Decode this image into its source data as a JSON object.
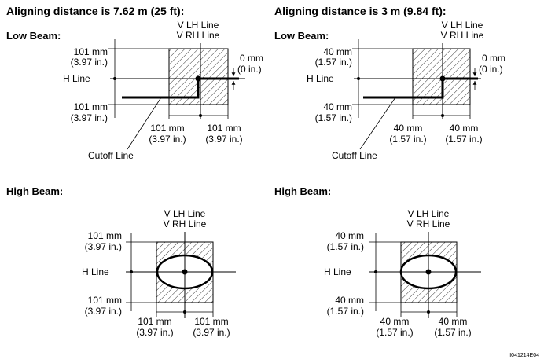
{
  "headers": {
    "left": "Aligning distance is 7.62 m (25 ft):",
    "right": "Aligning distance is 3 m (9.84 ft):"
  },
  "labels": {
    "low_beam": "Low Beam:",
    "high_beam": "High Beam:",
    "v_lh": "V LH Line",
    "v_rh": "V RH Line",
    "h_line": "H Line",
    "cutoff": "Cutoff Line",
    "zero_mm": "0 mm",
    "zero_in": "(0 in.)"
  },
  "low_left": {
    "top_mm": "101 mm",
    "top_in": "(3.97 in.)",
    "bot_mm": "101 mm",
    "bot_in": "(3.97 in.)",
    "bl_mm": "101 mm",
    "bl_in": "(3.97 in.)",
    "br_mm": "101 mm",
    "br_in": "(3.97 in.)"
  },
  "low_right": {
    "top_mm": "40 mm",
    "top_in": "(1.57 in.)",
    "bot_mm": "40 mm",
    "bot_in": "(1.57 in.)",
    "bl_mm": "40 mm",
    "bl_in": "(1.57 in.)",
    "br_mm": "40 mm",
    "br_in": "(1.57 in.)"
  },
  "high_left": {
    "top_mm": "101 mm",
    "top_in": "(3.97 in.)",
    "bot_mm": "101 mm",
    "bot_in": "(3.97 in.)",
    "bl_mm": "101 mm",
    "bl_in": "(3.97 in.)",
    "br_mm": "101 mm",
    "br_in": "(3.97 in.)"
  },
  "high_right": {
    "top_mm": "40 mm",
    "top_in": "(1.57 in.)",
    "bot_mm": "40 mm",
    "bot_in": "(1.57 in.)",
    "bl_mm": "40 mm",
    "bl_in": "(1.57 in.)",
    "br_mm": "40 mm",
    "br_in": "(1.57 in.)"
  },
  "figure_code": "I041214E04"
}
